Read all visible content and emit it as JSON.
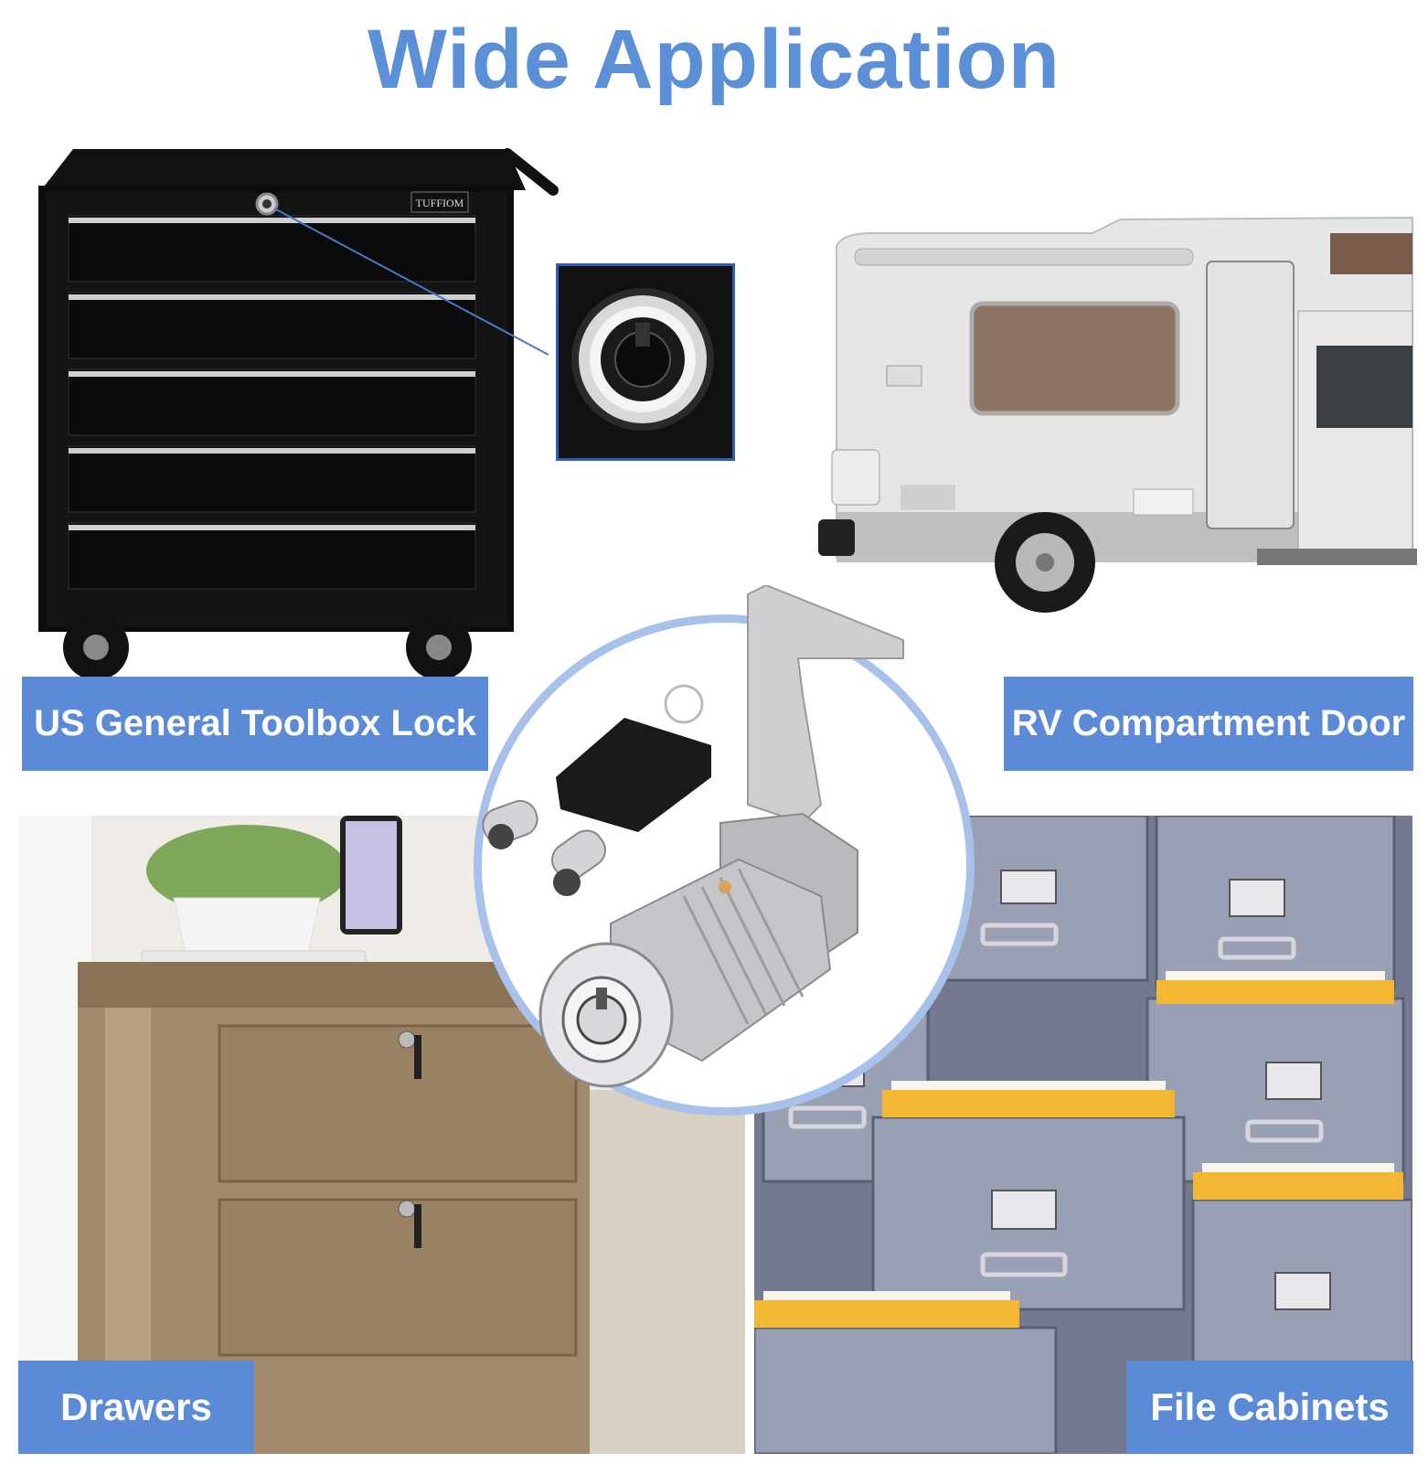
{
  "title": "Wide Application",
  "toolbox_brand": "TUFFIOM",
  "labels": {
    "toolbox": "US General Toolbox Lock",
    "rv": "RV Compartment Door",
    "drawers": "Drawers",
    "files": "File Cabinets"
  },
  "colors": {
    "accent": "#5b8ad6",
    "title": "#5b8fd6"
  }
}
